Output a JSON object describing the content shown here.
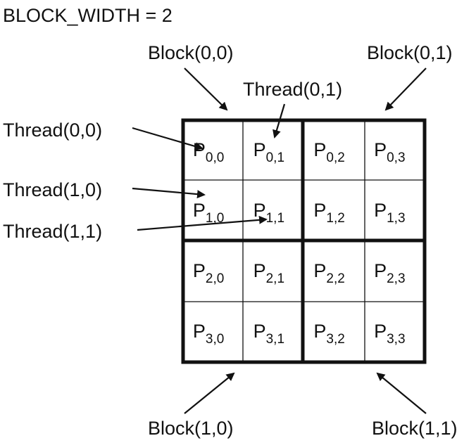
{
  "block_width_label": "BLOCK_WIDTH = 2",
  "grid": {
    "rows": [
      [
        {
          "p": "P",
          "sub": "0,0"
        },
        {
          "p": "P",
          "sub": "0,1"
        },
        {
          "p": "P",
          "sub": "0,2"
        },
        {
          "p": "P",
          "sub": "0,3"
        }
      ],
      [
        {
          "p": "P",
          "sub": "1,0"
        },
        {
          "p": "P",
          "sub": "1,1"
        },
        {
          "p": "P",
          "sub": "1,2"
        },
        {
          "p": "P",
          "sub": "1,3"
        }
      ],
      [
        {
          "p": "P",
          "sub": "2,0"
        },
        {
          "p": "P",
          "sub": "2,1"
        },
        {
          "p": "P",
          "sub": "2,2"
        },
        {
          "p": "P",
          "sub": "2,3"
        }
      ],
      [
        {
          "p": "P",
          "sub": "3,0"
        },
        {
          "p": "P",
          "sub": "3,1"
        },
        {
          "p": "P",
          "sub": "3,2"
        },
        {
          "p": "P",
          "sub": "3,3"
        }
      ]
    ]
  },
  "labels": {
    "block_0_0": "Block(0,0)",
    "block_0_1": "Block(0,1)",
    "block_1_0": "Block(1,0)",
    "block_1_1": "Block(1,1)",
    "thread_0_0": "Thread(0,0)",
    "thread_0_1": "Thread(0,1)",
    "thread_1_0": "Thread(1,0)",
    "thread_1_1": "Thread(1,1)"
  }
}
